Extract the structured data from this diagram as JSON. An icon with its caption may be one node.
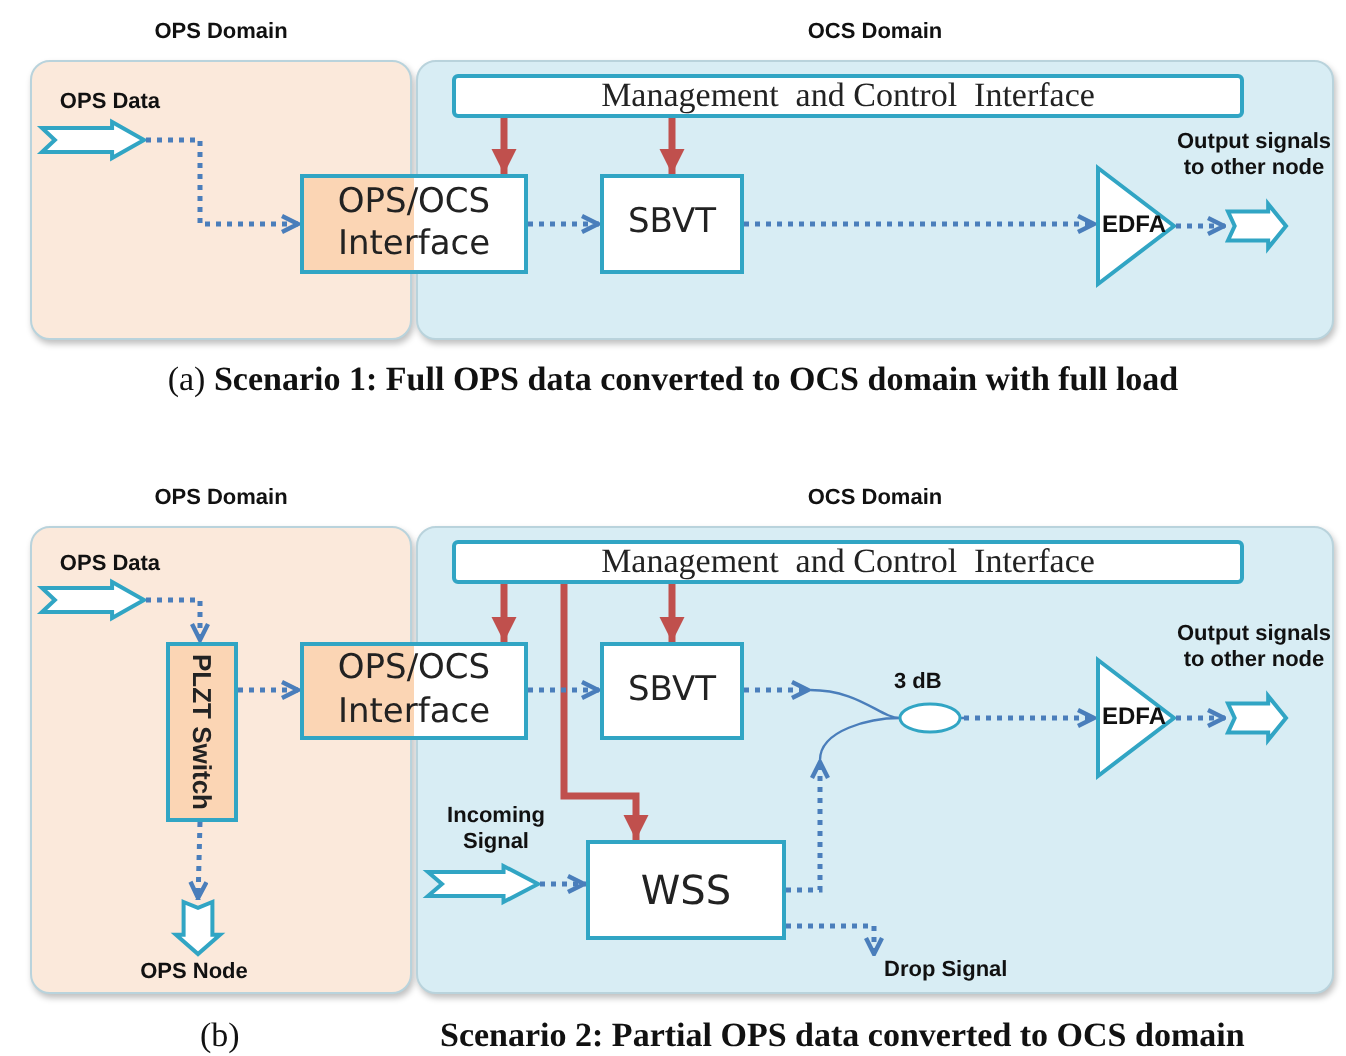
{
  "diagram": {
    "nodes": [
      {
        "text": [
          "OPS Domain"
        ]
      },
      {
        "text": [
          "OCS Domain"
        ]
      },
      {
        "text": [],
        "shape": "arrow",
        "beside": [
          "OPS Data"
        ],
        "in": 0
      },
      {
        "text": [
          "OPS/OCS Interface"
        ]
      },
      {
        "text": [
          "Management  and Control  Interface"
        ],
        "in": 1
      },
      {
        "text": [
          "SBVT"
        ],
        "in": 1
      },
      {
        "text": [
          "EDFA"
        ],
        "in": 1
      },
      {
        "text": [],
        "shape": "arrow",
        "in": 1
      },
      {
        "text": [
          "OPS Domain"
        ]
      },
      {
        "text": [
          "OCS Domain"
        ]
      },
      {
        "text": [],
        "shape": "arrow",
        "beside": [
          "OPS Data"
        ],
        "in": 8
      },
      {
        "text": [
          "PLZT Switch"
        ],
        "in": 8
      },
      {
        "text": [],
        "shape": "arrow",
        "beside": [
          "OPS Node"
        ],
        "in": 8
      },
      {
        "text": [
          "OPS/OCS Interface"
        ]
      },
      {
        "text": [
          "Management  and Control  Interface"
        ],
        "in": 9
      },
      {
        "text": [
          "SBVT"
        ],
        "in": 9
      },
      {
        "text": [
          "3 dB"
        ],
        "in": 9
      },
      {
        "text": [
          "EDFA"
        ],
        "in": 9
      },
      {
        "text": [],
        "shape": "arrow",
        "in": 9
      },
      {
        "text": [],
        "shape": "arrow",
        "beside": [
          "Incoming Signal"
        ],
        "in": 9
      },
      {
        "text": [
          "WSS"
        ],
        "in": 9
      },
      {
        "text": [
          "Drop Signal"
        ],
        "in": 9
      }
    ],
    "edges": [
      {
        "from": 2,
        "to": 3,
        "arrow": "to",
        "style": "dashed"
      },
      {
        "from": 4,
        "to": 3,
        "arrow": "to",
        "color": "#c0504d"
      },
      {
        "from": 4,
        "to": 5,
        "arrow": "to",
        "color": "#c0504d"
      },
      {
        "from": 3,
        "to": 5,
        "arrow": "to",
        "style": "dashed"
      },
      {
        "from": 5,
        "to": 6,
        "arrow": "to",
        "style": "dashed"
      },
      {
        "from": 6,
        "to": 7,
        "arrow": "to",
        "style": "dashed"
      },
      {
        "from": 10,
        "to": 11,
        "arrow": "to",
        "style": "dashed"
      },
      {
        "from": 11,
        "to": 12,
        "arrow": "to",
        "style": "dashed"
      },
      {
        "from": 11,
        "to": 13,
        "arrow": "to",
        "style": "dashed"
      },
      {
        "from": 14,
        "to": 13,
        "arrow": "to",
        "color": "#c0504d"
      },
      {
        "from": 14,
        "to": 15,
        "arrow": "to",
        "color": "#c0504d"
      },
      {
        "from": 14,
        "to": 20,
        "arrow": "to",
        "color": "#c0504d"
      },
      {
        "from": 13,
        "to": 15,
        "arrow": "to",
        "style": "dashed"
      },
      {
        "from": 15,
        "to": 16,
        "arrow": "to",
        "style": "dashed"
      },
      {
        "from": 20,
        "to": 16,
        "arrow": "to",
        "style": "dashed"
      },
      {
        "from": 16,
        "to": 17,
        "arrow": "to",
        "style": "dashed"
      },
      {
        "from": 17,
        "to": 18,
        "arrow": "to",
        "style": "dashed"
      },
      {
        "from": 19,
        "to": 20,
        "arrow": "to",
        "style": "dashed"
      },
      {
        "from": 20,
        "to": 21,
        "arrow": "to",
        "style": "dashed"
      }
    ],
    "labels": [
      "Output signals to other node",
      "(a) **Scenario 1: Full OPS data converted to OCS domain with full load**",
      "Output signals to other node",
      "(b)",
      "Scenario 2: Partial OPS data converted to OCS domain"
    ]
  }
}
